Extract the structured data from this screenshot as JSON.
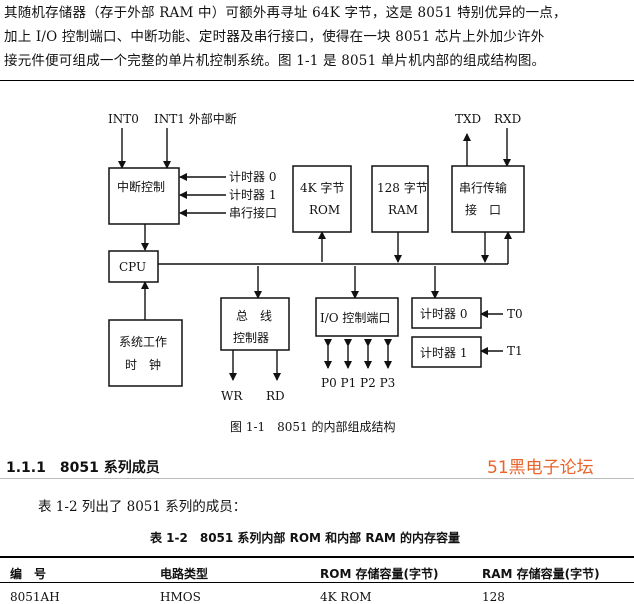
{
  "paragraph": {
    "line1": "其随机存储器（存于外部 RAM 中）可额外再寻址 64K 字节，这是 8051 特别优异的一点，",
    "line2": "加上 I/O 控制端口、中断功能、定时器及串行接口，使得在一块 8051 芯片上外加少许外",
    "line3": "接元件便可组成一个完整的单片机控制系统。图 1-1 是 8051 单片机内部的组成结构图。"
  },
  "diagram": {
    "int0": "INT0",
    "int1": "INT1 外部中断",
    "txd": "TXD",
    "rxd": "RXD",
    "interrupt_control": "中断控制",
    "timer0_in": "计时器 0",
    "timer1_in": "计时器 1",
    "serial_in": "串行接口",
    "rom_line1": "4K 字节",
    "rom_line2": "ROM",
    "ram_line1": "128 字节",
    "ram_line2": "RAM",
    "serial_box_line1": "串行传输",
    "serial_box_line2": "接　口",
    "cpu": "CPU",
    "sys_clock_line1": "系统工作",
    "sys_clock_line2": "时　钟",
    "bus_line1": "总　线",
    "bus_line2": "控制器",
    "io_port": "I/O 控制端口",
    "timer0_box": "计时器 0",
    "timer1_box": "计时器 1",
    "t0": "T0",
    "t1": "T1",
    "wr": "WR",
    "rd": "RD",
    "ports": "P0 P1 P2 P3"
  },
  "figure_caption": "图 1-1　8051 的内部组成结构",
  "section": {
    "title": "1.1.1　8051 系列成员",
    "watermark": "51黑电子论坛"
  },
  "intro_text": "表 1-2 列出了 8051 系列的成员：",
  "table": {
    "caption": "表 1-2　8051 系列内部 ROM 和内部 RAM 的内存容量",
    "headers": [
      "编　号",
      "电路类型",
      "ROM 存储容量(字节)",
      "RAM 存储容量(字节)"
    ],
    "rows": [
      [
        "8051AH",
        "HMOS",
        "4K ROM",
        "128"
      ]
    ]
  }
}
